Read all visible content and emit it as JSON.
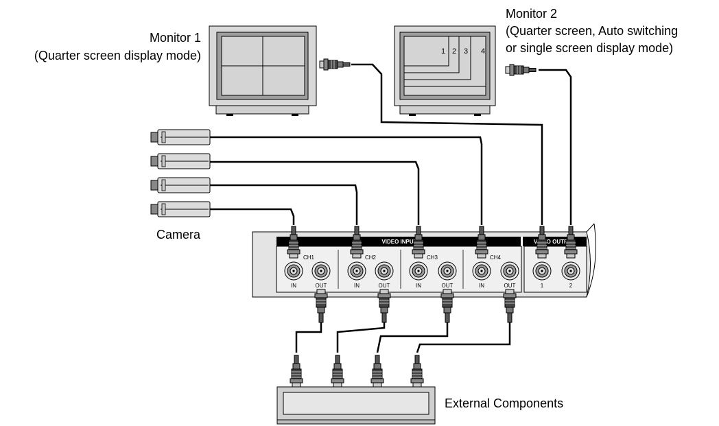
{
  "labels": {
    "monitor1_line1": "Monitor 1",
    "monitor1_line2": "(Quarter screen display mode)",
    "monitor2_line1": "Monitor 2",
    "monitor2_line2": "(Quarter screen, Auto switching",
    "monitor2_line3": "or single screen display mode)",
    "camera": "Camera",
    "external": "External Components"
  },
  "monitor2_numbers": [
    "1",
    "2",
    "3",
    "4"
  ],
  "panel": {
    "video_input_label": "VIDEO INPUT",
    "video_output_label": "VIDEO OUTPUT",
    "channels": [
      "CH1",
      "CH2",
      "CH3",
      "CH4"
    ],
    "in_label": "IN",
    "out_label": "OUT",
    "outputs": [
      "1",
      "2"
    ]
  }
}
